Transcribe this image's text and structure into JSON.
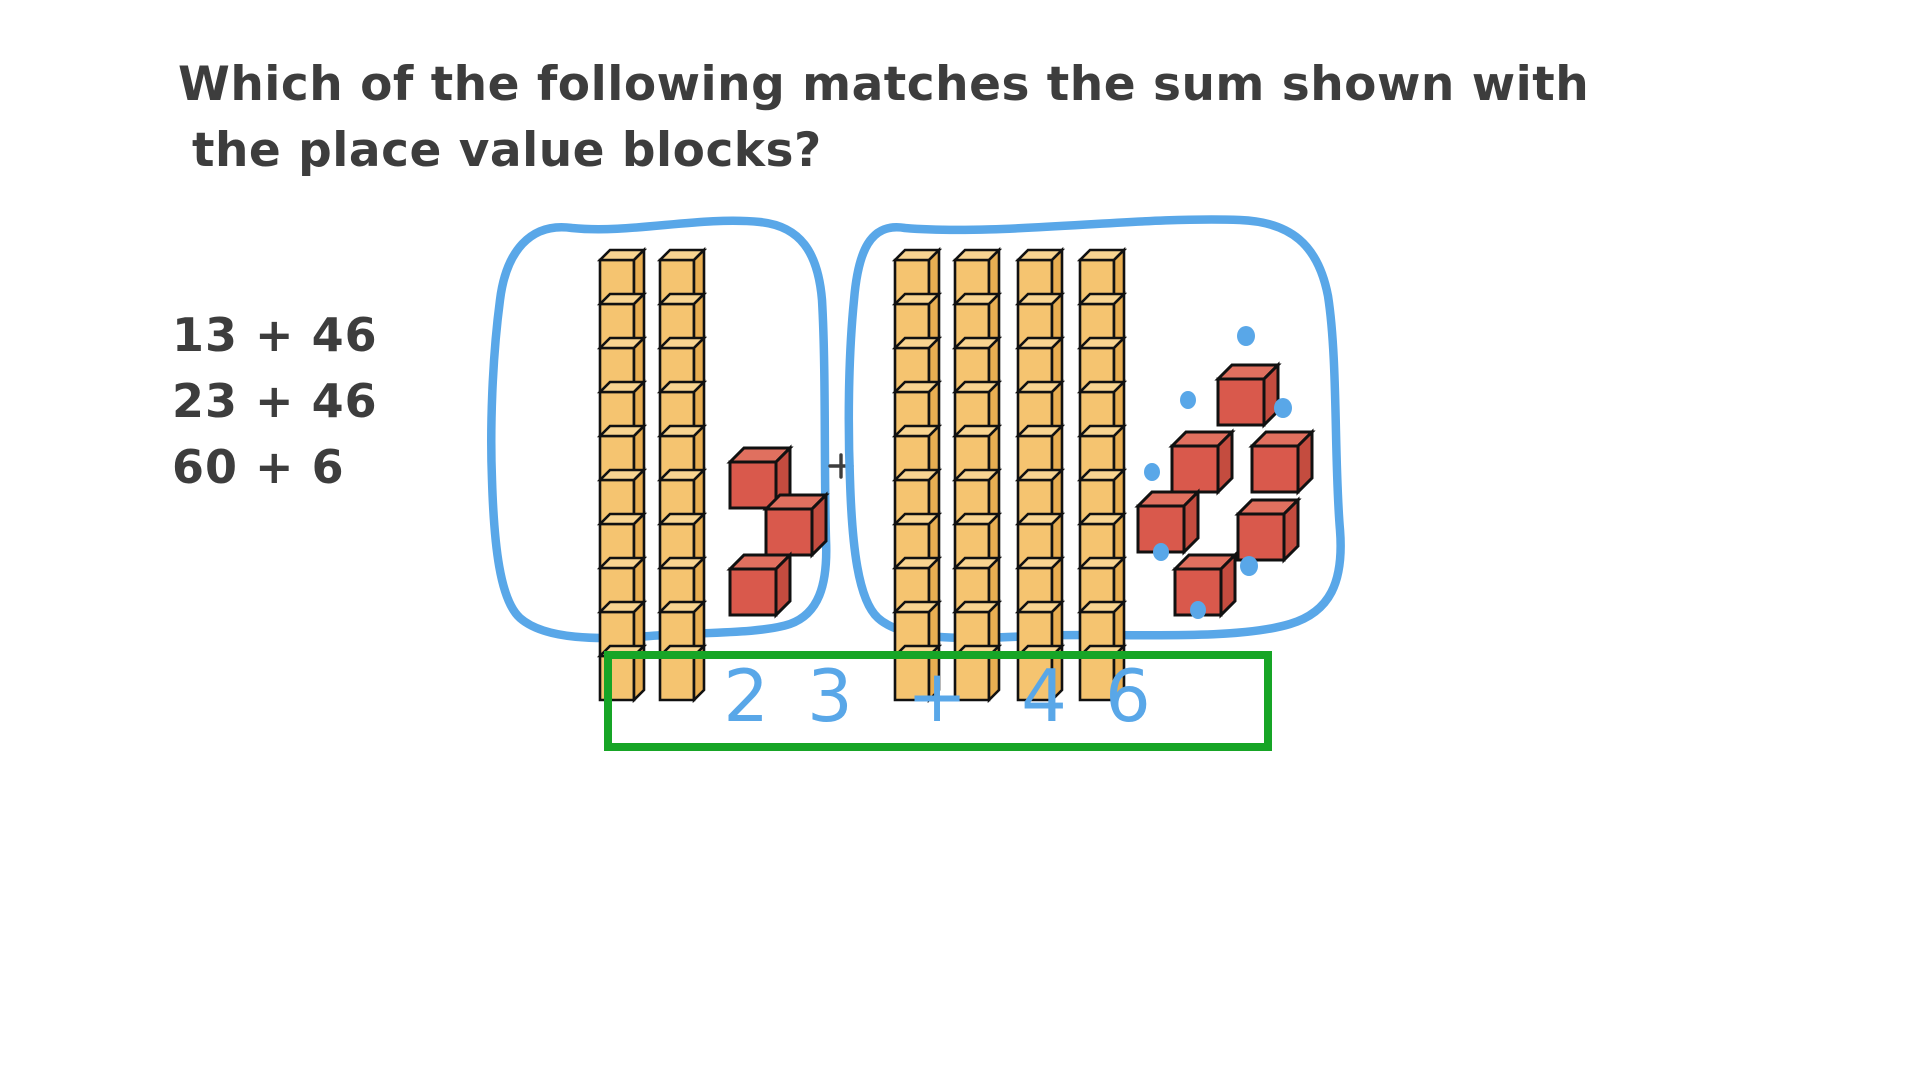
{
  "question": {
    "line1": "Which of the following matches the sum shown with",
    "line2": "the place value blocks?"
  },
  "options": [
    {
      "id": "option-1",
      "text": "13 + 46"
    },
    {
      "id": "option-2",
      "text": "23 + 46"
    },
    {
      "id": "option-3",
      "text": "60 + 6"
    }
  ],
  "diagram": {
    "operator": "+",
    "left_group": {
      "label": "first-addend-group",
      "tens_rods": 2,
      "ones_cubes": 3,
      "value": 23
    },
    "right_group": {
      "label": "second-addend-group",
      "tens_rods": 4,
      "ones_cubes": 6,
      "value": 46
    }
  },
  "answer_box": {
    "digits": [
      "2",
      "3"
    ],
    "operator": "+",
    "digits2": [
      "4",
      "6"
    ],
    "full_text": "23 + 46"
  },
  "colors": {
    "rod_face": "#f5c470",
    "rod_top": "#f8d491",
    "rod_side": "#e8ae52",
    "cube_face": "#d9594c",
    "cube_top": "#e0705f",
    "cube_side": "#c44c3f",
    "outline": "#111111",
    "loop_blue": "#59a7e8",
    "box_green": "#17a526",
    "ink": "#3d3d3d"
  }
}
